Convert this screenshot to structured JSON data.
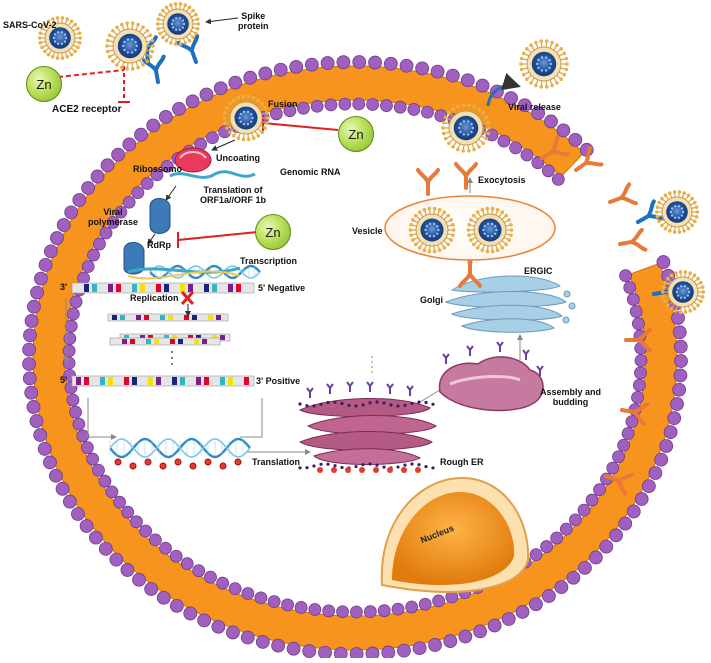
{
  "labels": {
    "virus": "SARS-CoV-2",
    "spike": "Spike\nprotein",
    "ace2": "ACE2 receptor",
    "fusion": "Fusion",
    "uncoating": "Uncoating",
    "ribosome": "Ribossomo",
    "genomic_rna": "Genomic RNA",
    "translation_orf": "Translation of\nORF1a//ORF 1b",
    "viral_polymerase": "Viral\npolymerase",
    "rdrp": "RdRp",
    "transcription": "Transcription",
    "three_prime_top": "3'",
    "five_prime_negative": "5' Negative",
    "replication": "Replication",
    "five_prime_bottom": "5'",
    "three_prime_positive": "3' Positive",
    "translation": "Translation",
    "rough_er": "Rough ER",
    "assembly": "Assembly and\nbudding",
    "golgi": "Golgi",
    "ergic": "ERGIC",
    "vesicle": "Vesicle",
    "exocytosis": "Exocytosis",
    "viral_release": "Viral release",
    "nucleus": "Nucleus",
    "zn": "Zn"
  },
  "colors": {
    "membrane_orange": "#f7941d",
    "membrane_purple": "#a15fc0",
    "inhibit_red": "#e0201f",
    "zn_green": "#b8df58",
    "virus_blue": "#2a5fa8",
    "vesicle": "#e8843a",
    "nucleus": "#f39a1e",
    "golgi": "#9cc3dc",
    "er": "#b0507a"
  },
  "icons": [
    "virus-icon",
    "ace2-receptor-icon",
    "ribosome-icon",
    "polymerase-icon",
    "rna-strand-icon",
    "dna-helix-icon",
    "rough-er-icon",
    "golgi-icon",
    "nucleus-icon",
    "zinc-ion-icon",
    "inhibition-bar-icon",
    "block-x-icon"
  ]
}
